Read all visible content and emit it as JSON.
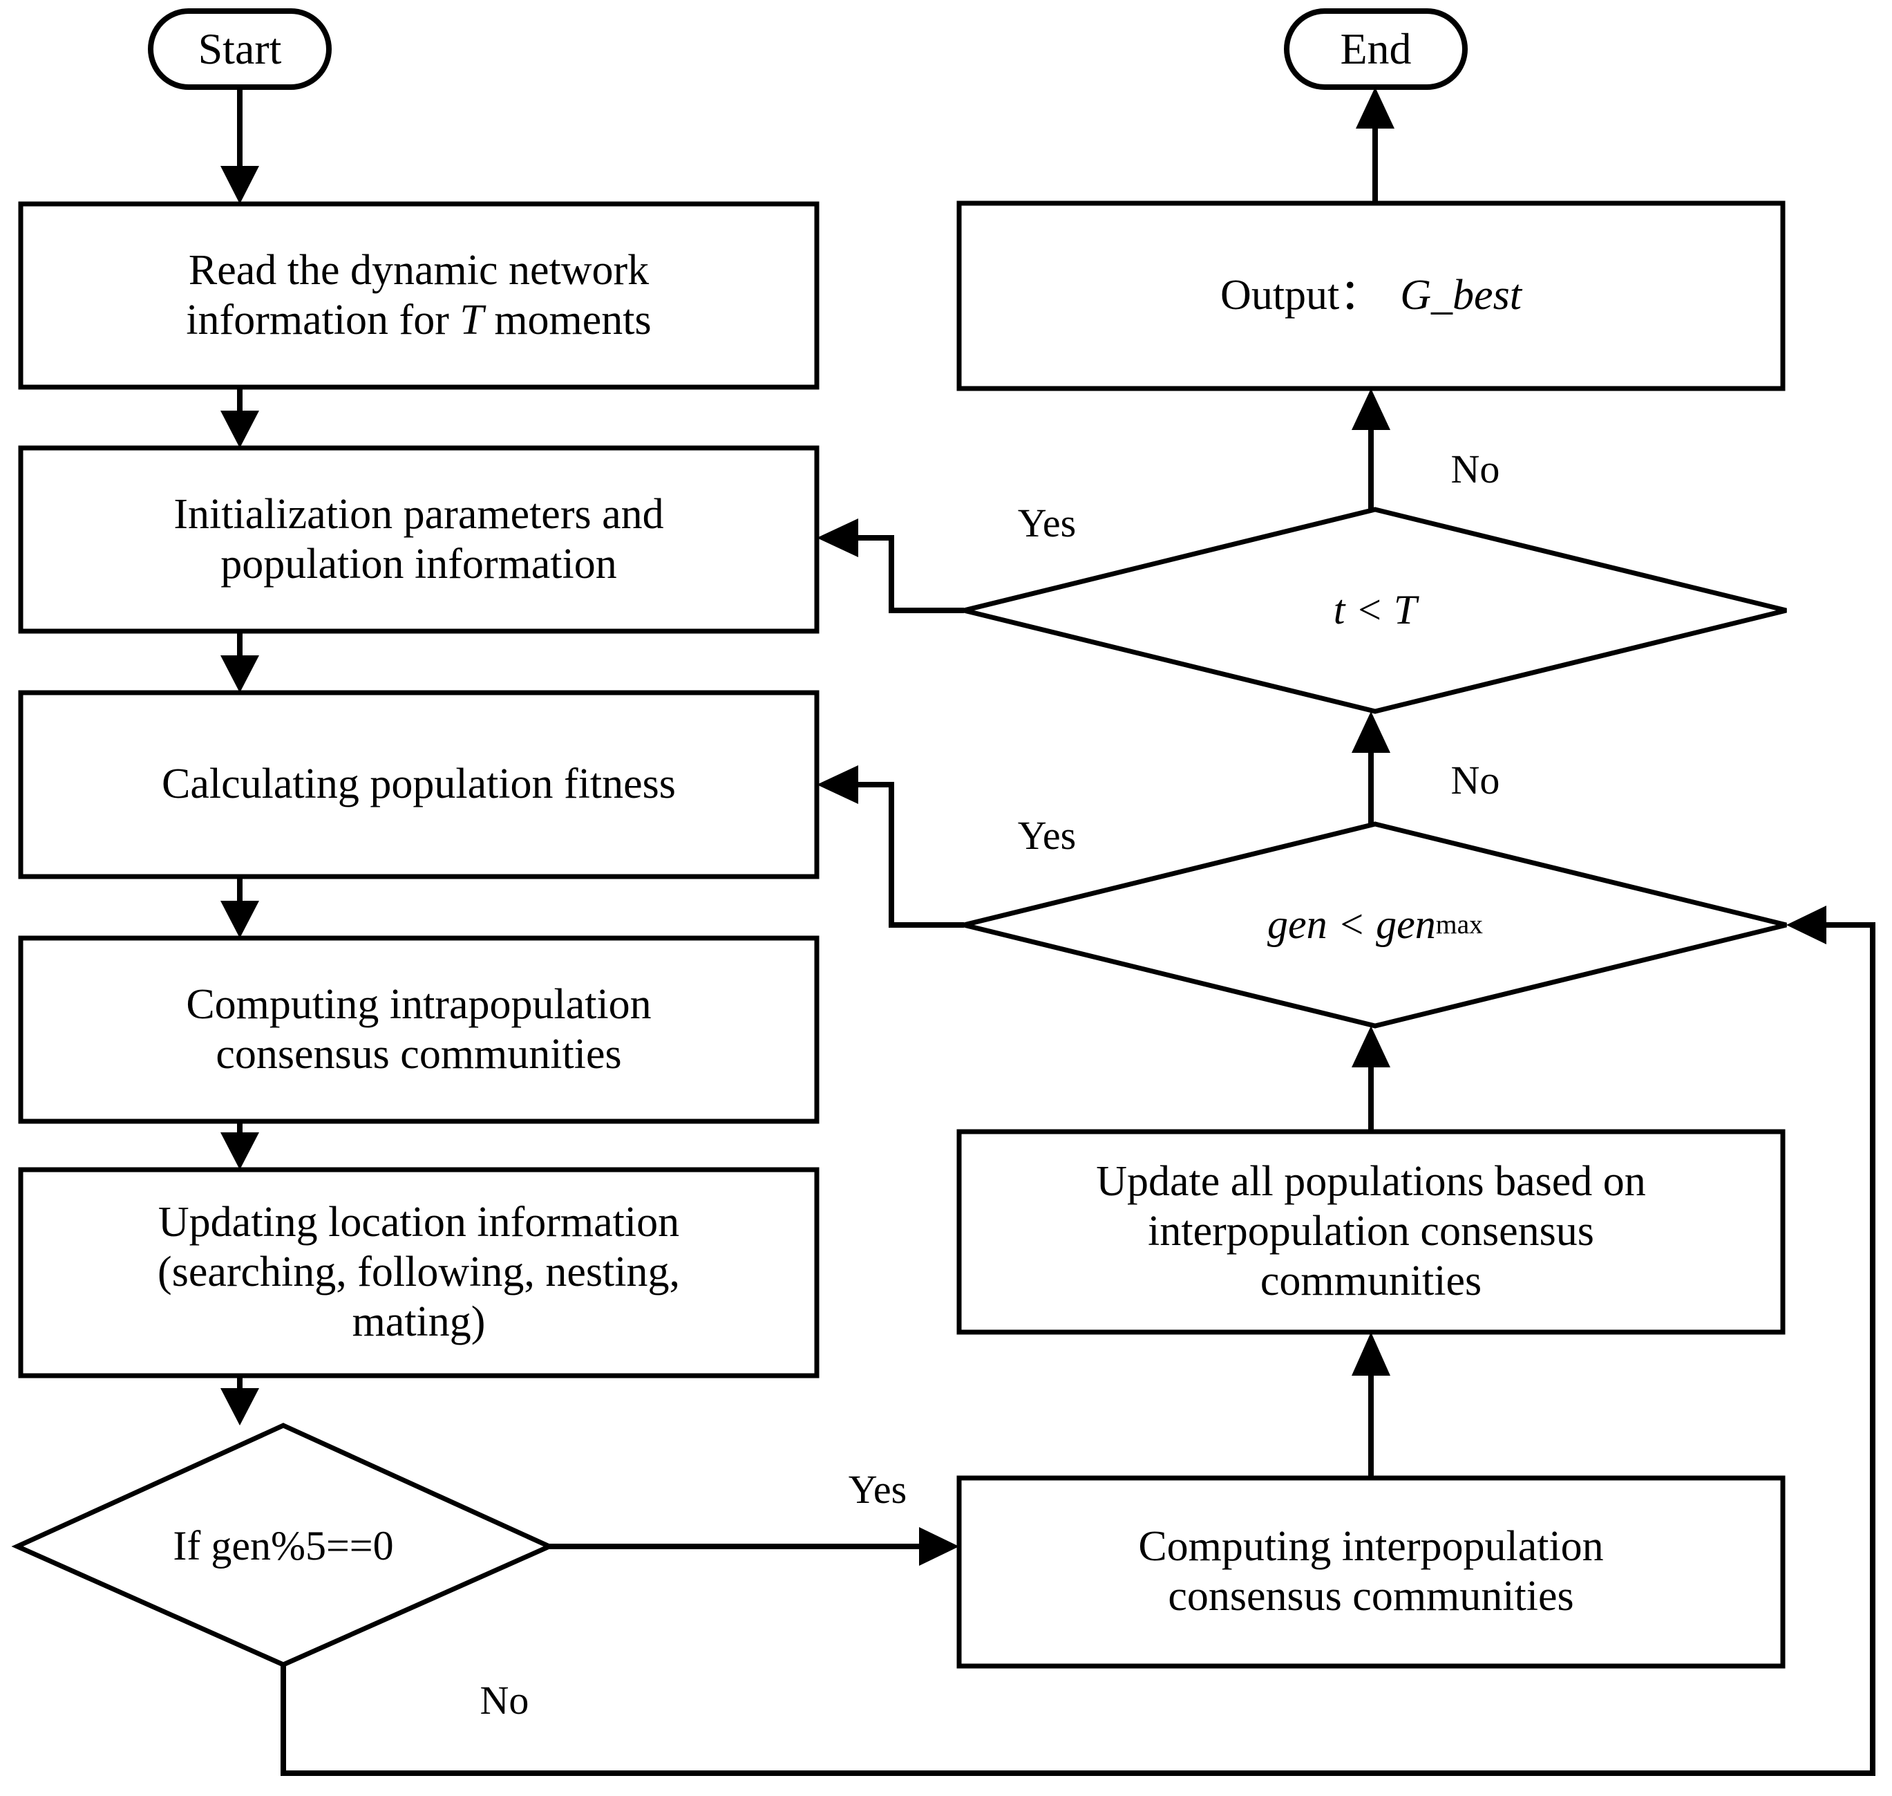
{
  "diagram": {
    "title": "Algorithm flowchart",
    "type": "flowchart",
    "colors": {
      "stroke": "#000000",
      "fill": "#ffffff",
      "text": "#000000"
    }
  },
  "nodes": {
    "start": {
      "label": "Start",
      "shape": "terminator"
    },
    "end": {
      "label": "End",
      "shape": "terminator"
    },
    "read_network": {
      "label": "Read the dynamic network\ninformation for T moments",
      "shape": "process"
    },
    "init_params": {
      "label": "Initialization parameters and\npopulation information",
      "shape": "process"
    },
    "calc_fitness": {
      "label": "Calculating population fitness",
      "shape": "process"
    },
    "intra_consensus": {
      "label": "Computing intrapopulation\nconsensus communities",
      "shape": "process"
    },
    "update_location": {
      "label": "Updating location information\n(searching, following, nesting,\nmating)",
      "shape": "process"
    },
    "if_gen_mod": {
      "label": "If gen%5==0",
      "shape": "decision"
    },
    "inter_consensus": {
      "label": "Computing interpopulation\nconsensus communities",
      "shape": "process"
    },
    "update_all_pop": {
      "label": "Update all populations based on\ninterpopulation consensus\ncommunities",
      "shape": "process"
    },
    "gen_lt_genmax": {
      "label": "gen < gen",
      "label_sub": "max",
      "shape": "decision"
    },
    "t_lt_T": {
      "label": "t < T",
      "shape": "decision"
    },
    "output_gbest": {
      "label_prefix": "Output：",
      "label_value": "G_best",
      "shape": "process"
    }
  },
  "edge_labels": {
    "gen_mod_yes": "Yes",
    "gen_mod_no": "No",
    "genmax_yes": "Yes",
    "genmax_no": "No",
    "tT_yes": "Yes",
    "tT_no": "No"
  },
  "edges": [
    {
      "from": "start",
      "to": "read_network",
      "label": ""
    },
    {
      "from": "read_network",
      "to": "init_params",
      "label": ""
    },
    {
      "from": "init_params",
      "to": "calc_fitness",
      "label": ""
    },
    {
      "from": "calc_fitness",
      "to": "intra_consensus",
      "label": ""
    },
    {
      "from": "intra_consensus",
      "to": "update_location",
      "label": ""
    },
    {
      "from": "update_location",
      "to": "if_gen_mod",
      "label": ""
    },
    {
      "from": "if_gen_mod",
      "to": "inter_consensus",
      "label": "Yes"
    },
    {
      "from": "if_gen_mod",
      "to": "gen_lt_genmax",
      "label": "No"
    },
    {
      "from": "inter_consensus",
      "to": "update_all_pop",
      "label": ""
    },
    {
      "from": "update_all_pop",
      "to": "gen_lt_genmax",
      "label": ""
    },
    {
      "from": "gen_lt_genmax",
      "to": "calc_fitness",
      "label": "Yes"
    },
    {
      "from": "gen_lt_genmax",
      "to": "t_lt_T",
      "label": "No"
    },
    {
      "from": "t_lt_T",
      "to": "init_params",
      "label": "Yes"
    },
    {
      "from": "t_lt_T",
      "to": "output_gbest",
      "label": "No"
    },
    {
      "from": "output_gbest",
      "to": "end",
      "label": ""
    }
  ]
}
